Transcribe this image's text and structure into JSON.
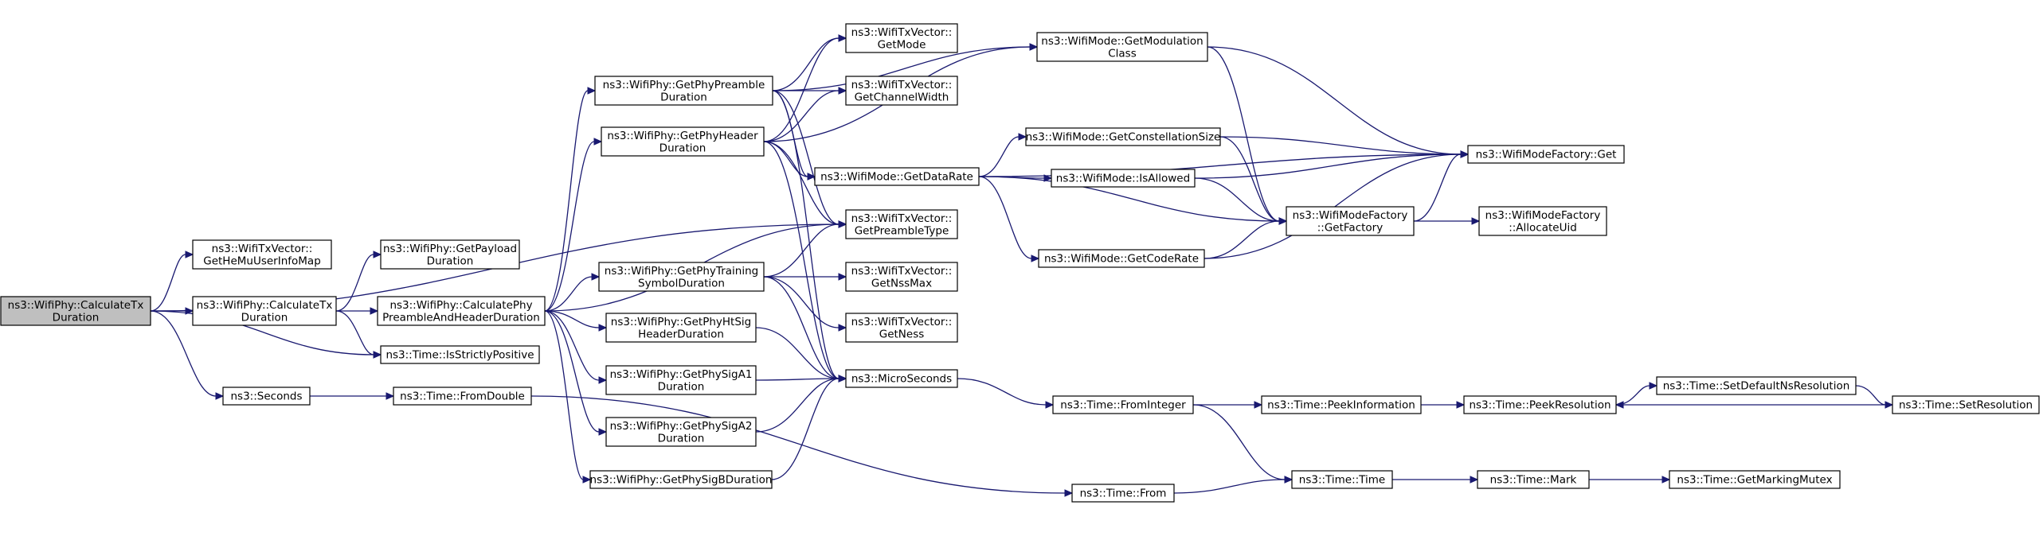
{
  "colors": {
    "edge": "#191970",
    "root_fill": "#bfbfbf",
    "node_fill": "#ffffff"
  },
  "nodes": [
    {
      "id": "calcTxDur",
      "lines": [
        "ns3::WifiPhy::CalculateTx",
        "Duration"
      ],
      "root": true
    },
    {
      "id": "getHeMu",
      "lines": [
        "ns3::WifiTxVector::",
        "GetHeMuUserInfoMap"
      ]
    },
    {
      "id": "calcTxDur2",
      "lines": [
        "ns3::WifiPhy::CalculateTx",
        "Duration"
      ]
    },
    {
      "id": "seconds",
      "lines": [
        "ns3::Seconds"
      ]
    },
    {
      "id": "getPayload",
      "lines": [
        "ns3::WifiPhy::GetPayload",
        "Duration"
      ]
    },
    {
      "id": "calcPhyPre",
      "lines": [
        "ns3::WifiPhy::CalculatePhy",
        "PreambleAndHeaderDuration"
      ]
    },
    {
      "id": "isStrictPos",
      "lines": [
        "ns3::Time::IsStrictlyPositive"
      ]
    },
    {
      "id": "fromDouble",
      "lines": [
        "ns3::Time::FromDouble"
      ]
    },
    {
      "id": "getPhyPre",
      "lines": [
        "ns3::WifiPhy::GetPhyPreamble",
        "Duration"
      ]
    },
    {
      "id": "getPhyHdr",
      "lines": [
        "ns3::WifiPhy::GetPhyHeader",
        "Duration"
      ]
    },
    {
      "id": "getPhyTrain",
      "lines": [
        "ns3::WifiPhy::GetPhyTraining",
        "SymbolDuration"
      ]
    },
    {
      "id": "getPhyHtSig",
      "lines": [
        "ns3::WifiPhy::GetPhyHtSig",
        "HeaderDuration"
      ]
    },
    {
      "id": "getPhySigA1",
      "lines": [
        "ns3::WifiPhy::GetPhySigA1",
        "Duration"
      ]
    },
    {
      "id": "getPhySigA2",
      "lines": [
        "ns3::WifiPhy::GetPhySigA2",
        "Duration"
      ]
    },
    {
      "id": "getPhySigB",
      "lines": [
        "ns3::WifiPhy::GetPhySigBDuration"
      ]
    },
    {
      "id": "txGetMode",
      "lines": [
        "ns3::WifiTxVector::",
        "GetMode"
      ]
    },
    {
      "id": "txGetChWidth",
      "lines": [
        "ns3::WifiTxVector::",
        "GetChannelWidth"
      ]
    },
    {
      "id": "getDataRate",
      "lines": [
        "ns3::WifiMode::GetDataRate"
      ]
    },
    {
      "id": "txGetPreType",
      "lines": [
        "ns3::WifiTxVector::",
        "GetPreambleType"
      ]
    },
    {
      "id": "txGetNssMax",
      "lines": [
        "ns3::WifiTxVector::",
        "GetNssMax"
      ]
    },
    {
      "id": "txGetNess",
      "lines": [
        "ns3::WifiTxVector::",
        "GetNess"
      ]
    },
    {
      "id": "microSeconds",
      "lines": [
        "ns3::MicroSeconds"
      ]
    },
    {
      "id": "timeFrom",
      "lines": [
        "ns3::Time::From"
      ]
    },
    {
      "id": "getModClass",
      "lines": [
        "ns3::WifiMode::GetModulation",
        "Class"
      ]
    },
    {
      "id": "getConstSize",
      "lines": [
        "ns3::WifiMode::GetConstellationSize"
      ]
    },
    {
      "id": "isAllowed",
      "lines": [
        "ns3::WifiMode::IsAllowed"
      ]
    },
    {
      "id": "getCodeRate",
      "lines": [
        "ns3::WifiMode::GetCodeRate"
      ]
    },
    {
      "id": "fromInteger",
      "lines": [
        "ns3::Time::FromInteger"
      ]
    },
    {
      "id": "wmfGetFactory",
      "lines": [
        "ns3::WifiModeFactory",
        "::GetFactory"
      ]
    },
    {
      "id": "peekInfo",
      "lines": [
        "ns3::Time::PeekInformation"
      ]
    },
    {
      "id": "timeTime",
      "lines": [
        "ns3::Time::Time"
      ]
    },
    {
      "id": "wmfGet",
      "lines": [
        "ns3::WifiModeFactory::Get"
      ]
    },
    {
      "id": "wmfAllocUid",
      "lines": [
        "ns3::WifiModeFactory",
        "::AllocateUid"
      ]
    },
    {
      "id": "peekRes",
      "lines": [
        "ns3::Time::PeekResolution"
      ]
    },
    {
      "id": "timeMark",
      "lines": [
        "ns3::Time::Mark"
      ]
    },
    {
      "id": "setDefNsRes",
      "lines": [
        "ns3::Time::SetDefaultNsResolution"
      ]
    },
    {
      "id": "setRes",
      "lines": [
        "ns3::Time::SetResolution"
      ]
    },
    {
      "id": "getMarkMutex",
      "lines": [
        "ns3::Time::GetMarkingMutex"
      ]
    }
  ],
  "edges": [
    [
      "calcTxDur",
      "getHeMu"
    ],
    [
      "calcTxDur",
      "calcTxDur2"
    ],
    [
      "calcTxDur",
      "seconds"
    ],
    [
      "calcTxDur",
      "isStrictPos"
    ],
    [
      "calcTxDur",
      "txGetPreType"
    ],
    [
      "calcTxDur2",
      "getPayload"
    ],
    [
      "calcTxDur2",
      "calcPhyPre"
    ],
    [
      "calcTxDur2",
      "isStrictPos"
    ],
    [
      "seconds",
      "fromDouble"
    ],
    [
      "fromDouble",
      "timeFrom"
    ],
    [
      "calcPhyPre",
      "getPhyPre"
    ],
    [
      "calcPhyPre",
      "getPhyHdr"
    ],
    [
      "calcPhyPre",
      "txGetPreType"
    ],
    [
      "calcPhyPre",
      "getPhyTrain"
    ],
    [
      "calcPhyPre",
      "getPhyHtSig"
    ],
    [
      "calcPhyPre",
      "getPhySigA1"
    ],
    [
      "calcPhyPre",
      "getPhySigA2"
    ],
    [
      "calcPhyPre",
      "getPhySigB"
    ],
    [
      "getPhyPre",
      "getModClass"
    ],
    [
      "getPhyPre",
      "txGetMode"
    ],
    [
      "getPhyPre",
      "txGetChWidth"
    ],
    [
      "getPhyPre",
      "getDataRate"
    ],
    [
      "getPhyPre",
      "txGetPreType"
    ],
    [
      "getPhyPre",
      "microSeconds"
    ],
    [
      "getPhyHdr",
      "txGetMode"
    ],
    [
      "getPhyHdr",
      "txGetChWidth"
    ],
    [
      "getPhyHdr",
      "getModClass"
    ],
    [
      "getPhyHdr",
      "getDataRate"
    ],
    [
      "getPhyHdr",
      "txGetPreType"
    ],
    [
      "getPhyHdr",
      "microSeconds"
    ],
    [
      "getPhyTrain",
      "txGetPreType"
    ],
    [
      "getPhyTrain",
      "txGetNssMax"
    ],
    [
      "getPhyTrain",
      "txGetNess"
    ],
    [
      "getPhyTrain",
      "microSeconds"
    ],
    [
      "getPhyHtSig",
      "microSeconds"
    ],
    [
      "getPhySigA1",
      "microSeconds"
    ],
    [
      "getPhySigA2",
      "microSeconds"
    ],
    [
      "getPhySigB",
      "microSeconds"
    ],
    [
      "getDataRate",
      "wmfGet"
    ],
    [
      "getDataRate",
      "getConstSize"
    ],
    [
      "getDataRate",
      "isAllowed"
    ],
    [
      "getDataRate",
      "wmfGetFactory"
    ],
    [
      "getDataRate",
      "getCodeRate"
    ],
    [
      "getModClass",
      "wmfGet"
    ],
    [
      "getModClass",
      "wmfGetFactory"
    ],
    [
      "getConstSize",
      "wmfGet"
    ],
    [
      "getConstSize",
      "wmfGetFactory"
    ],
    [
      "isAllowed",
      "wmfGet"
    ],
    [
      "isAllowed",
      "wmfGetFactory"
    ],
    [
      "getCodeRate",
      "wmfGetFactory"
    ],
    [
      "getCodeRate",
      "wmfGet"
    ],
    [
      "wmfGetFactory",
      "wmfGet"
    ],
    [
      "wmfGetFactory",
      "wmfAllocUid"
    ],
    [
      "microSeconds",
      "fromInteger"
    ],
    [
      "fromInteger",
      "peekInfo"
    ],
    [
      "fromInteger",
      "timeTime"
    ],
    [
      "peekInfo",
      "peekRes"
    ],
    [
      "peekRes",
      "setDefNsRes"
    ],
    [
      "setDefNsRes",
      "setRes"
    ],
    [
      "setRes",
      "peekRes"
    ],
    [
      "timeFrom",
      "timeTime"
    ],
    [
      "timeTime",
      "timeMark"
    ],
    [
      "timeMark",
      "getMarkMutex"
    ]
  ]
}
